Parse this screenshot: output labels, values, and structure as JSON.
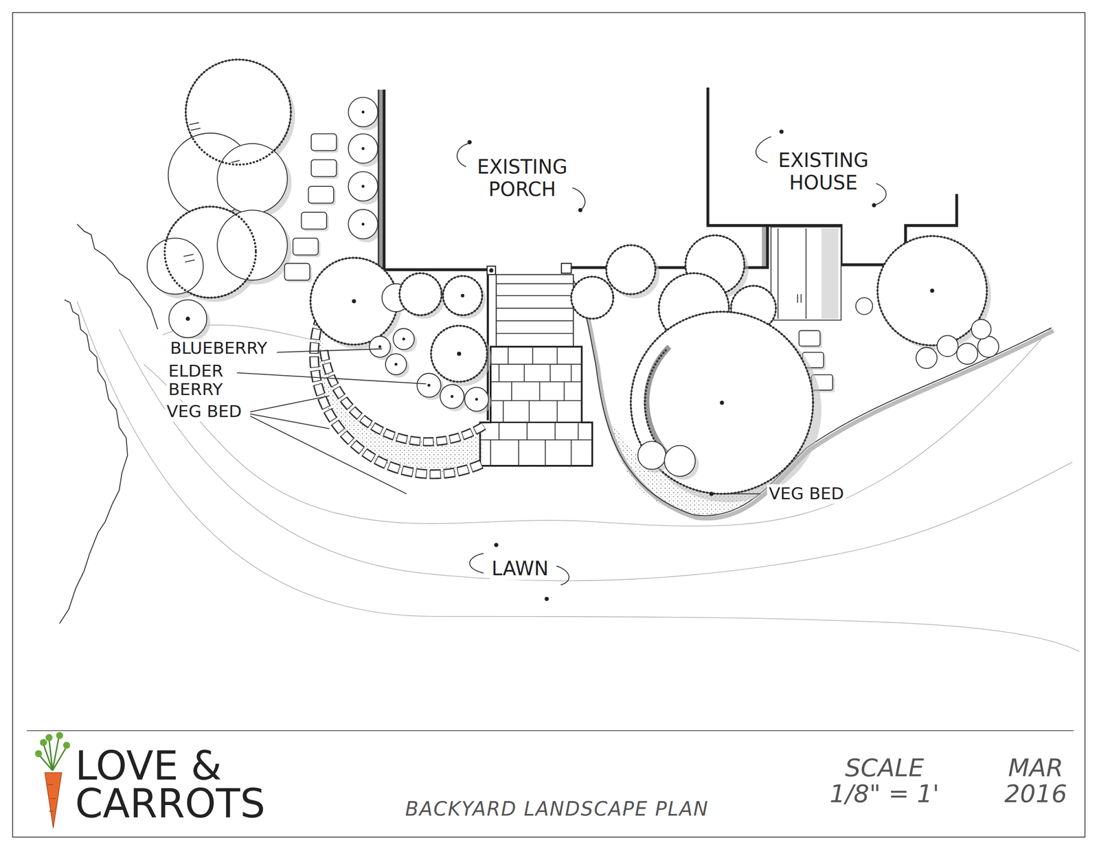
{
  "diagram": {
    "title": "BACKYARD LANDSCAPE PLAN",
    "labels": [
      "EXISTING PORCH",
      "EXISTING HOUSE",
      "BLUEBERRY",
      "ELDER BERRY",
      "VEG BED",
      "VEG BED",
      "LAWN",
      "LOVE & CARROTS",
      "SCALE 1/8\" = 1'",
      "MAR 2016"
    ]
  }
}
